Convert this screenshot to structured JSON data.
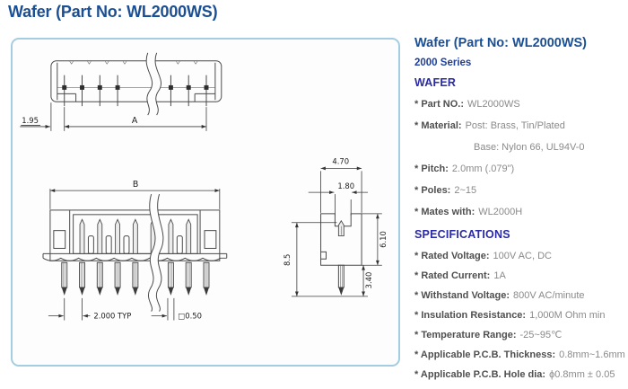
{
  "page_title": "Wafer (Part No: WL2000WS)",
  "panel": {
    "title": "Wafer (Part No: WL2000WS)",
    "series": "2000 Series",
    "section1": "WAFER",
    "items1": [
      {
        "label": "* Part NO.:",
        "value": "WL2000WS"
      },
      {
        "label": "* Material:",
        "value": "Post: Brass, Tin/Plated"
      },
      {
        "label": "",
        "value": "Base: Nylon 66, UL94V-0"
      },
      {
        "label": "* Pitch:",
        "value": "2.0mm (.079\")"
      },
      {
        "label": "* Poles:",
        "value": "2~15"
      },
      {
        "label": "* Mates with:",
        "value": "WL2000H"
      }
    ],
    "section2": "SPECIFICATIONS",
    "items2": [
      {
        "label": "* Rated Voltage:",
        "value": "100V AC, DC"
      },
      {
        "label": "* Rated Current:",
        "value": "1A"
      },
      {
        "label": "* Withstand Voltage:",
        "value": "800V AC/minute"
      },
      {
        "label": "* Insulation Resistance:",
        "value": "1,000M Ohm min"
      },
      {
        "label": "* Temperature Range:",
        "value": "-25~95℃"
      },
      {
        "label": "* Applicable P.C.B. Thickness:",
        "value": "0.8mm~1.6mm"
      },
      {
        "label": "* Applicable P.C.B. Hole dia:",
        "value": "ϕ0.8mm ± 0.05"
      }
    ]
  },
  "drawing": {
    "labels": {
      "w195": "1.95",
      "a": "A",
      "b": "B",
      "typ": "2.000 TYP",
      "sq": "□0.50",
      "w470": "4.70",
      "w180": "1.80",
      "h610": "6.10",
      "h85": "8.5",
      "h340": "3.40"
    }
  },
  "colors": {
    "title_blue": "#1b4f93",
    "series_blue": "#1d3f9e",
    "section_blue": "#2a2aa4",
    "label_gray": "#4f4f4f",
    "value_gray": "#8a8a8a",
    "box_border": "#a5cde2",
    "line_gray": "#4a4a4a"
  }
}
